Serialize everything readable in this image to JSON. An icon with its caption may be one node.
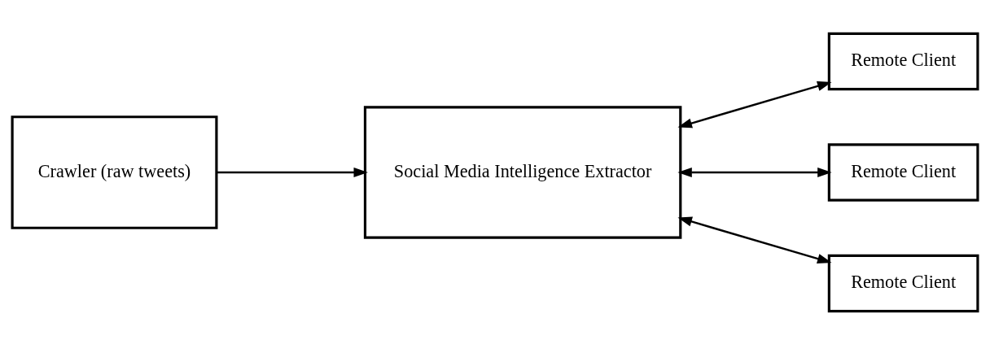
{
  "diagram": {
    "nodes": [
      {
        "text": [
          "Crawler (raw tweets)"
        ]
      },
      {
        "text": [
          "Social Media Intelligence Extractor"
        ]
      },
      {
        "text": [
          "Remote Client"
        ]
      },
      {
        "text": [
          "Remote Client"
        ]
      },
      {
        "text": [
          "Remote Client"
        ]
      }
    ],
    "edges": [
      {
        "from": 0,
        "to": 1,
        "arrow": "to"
      },
      {
        "from": 1,
        "to": 2,
        "arrow": "both"
      },
      {
        "from": 1,
        "to": 3,
        "arrow": "both"
      },
      {
        "from": 1,
        "to": 4,
        "arrow": "both"
      }
    ]
  }
}
